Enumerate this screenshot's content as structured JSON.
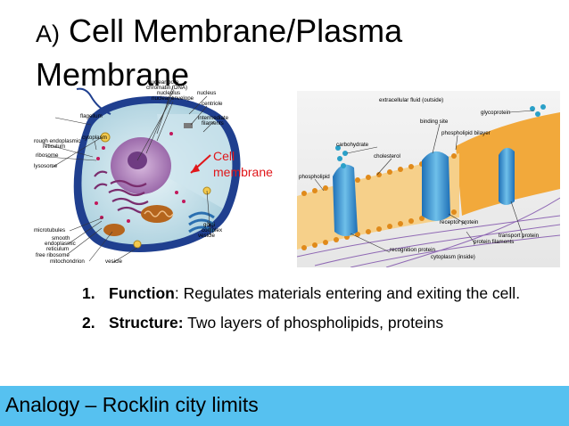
{
  "title": {
    "prefix": "A)",
    "text": " Cell Membrane/Plasma Membrane"
  },
  "cell_diagram": {
    "labels": {
      "nuclear_pore": "nuclear pore",
      "chromatin": "chromatin (DNA)",
      "nucleolus": "nucleolus",
      "nuclear_envelope": "nuclear envelope",
      "nucleus": "nucleus",
      "centriole": "centriole",
      "flagellum": "flagellum",
      "intermediate_filaments_1": "intermediate",
      "intermediate_filaments_2": "filaments",
      "rough_er_1": "rough endoplasmic",
      "rough_er_2": "reticulum",
      "cytoplasm": "cytoplasm",
      "ribosome": "ribosome",
      "lysosome": "lysosome",
      "microtubules": "microtubules",
      "smooth_er_1": "smooth",
      "smooth_er_2": "endoplasmic",
      "smooth_er_3": "reticulum",
      "free_ribosome": "free ribosome",
      "mitochondrion": "mitochondrion",
      "vesicle_bottom": "vesicle",
      "golgi_1": "golgi",
      "golgi_2": "complex",
      "vesicle_right": "vesicle"
    },
    "callout_line1": "Cell",
    "callout_line2": "membrane"
  },
  "membrane_diagram": {
    "labels": {
      "extracellular": "extracellular fluid (outside)",
      "glycoprotein": "glycoprotein",
      "binding_site": "binding site",
      "phospholipid_bilayer": "phospholipid bilayer",
      "carbohydrate": "carbohydrate",
      "cholesterol": "cholesterol",
      "phospholipid": "phospholipid",
      "receptor_protein": "receptor protein",
      "transport_protein": "transport protein",
      "protein_filaments": "protein filaments",
      "recognition_protein": "recognition protein",
      "cytoplasm_inside": "cytoplasm (inside)"
    }
  },
  "points": [
    {
      "num": "1.",
      "label": "Function",
      "sep": ":",
      "text": "  Regulates materials entering and exiting the cell."
    },
    {
      "num": "2.",
      "label": "Structure:",
      "sep": "",
      "text": "  Two layers of phospholipids, proteins"
    }
  ],
  "footer": {
    "text": "Analogy – Rocklin city limits"
  },
  "colors": {
    "footer_bg": "#56c1f0",
    "callout": "#e0161a"
  }
}
